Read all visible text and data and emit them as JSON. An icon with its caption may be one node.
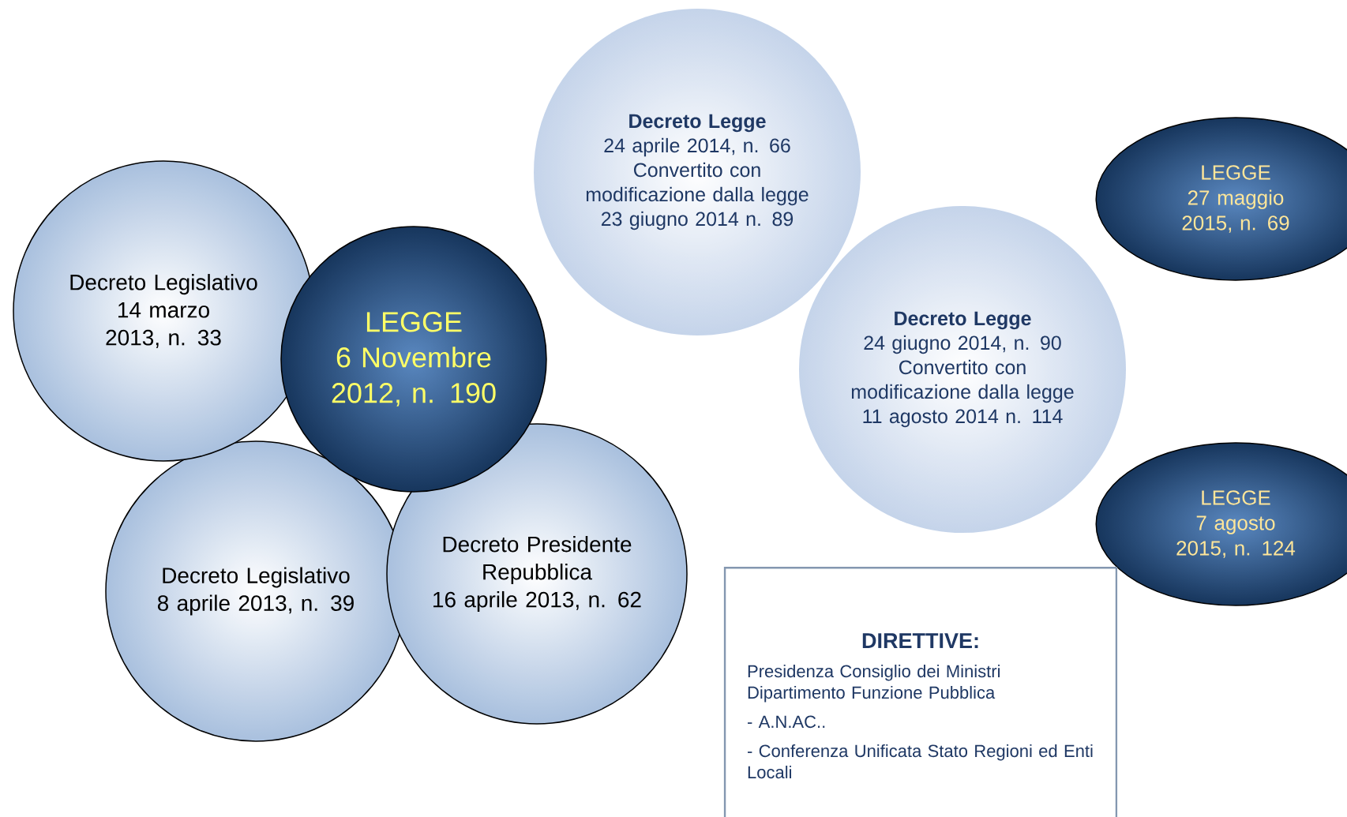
{
  "diagram": {
    "nodes": [
      {
        "text": [
          "Decreto Legislativo",
          "14 marzo 2013, n. 33"
        ]
      },
      {
        "text": [
          "LEGGE",
          "6 Novembre 2012, n. 190"
        ]
      },
      {
        "text": [
          "Decreto Legislativo",
          "8 aprile 2013, n. 39"
        ]
      },
      {
        "text": [
          "Decreto Presidente Repubblica",
          "16 aprile 2013, n. 62"
        ]
      },
      {
        "text": [
          "Decreto Legge",
          "24 aprile 2014, n. 66",
          "Convertito con modificazione dalla legge 23 giugno 2014 n. 89"
        ]
      },
      {
        "text": [
          "Decreto Legge",
          "24 giugno 2014, n. 90",
          "Convertito con modificazione dalla legge 11 agosto 2014 n. 114"
        ]
      },
      {
        "text": [
          "LEGGE",
          "27 maggio 2015, n. 69"
        ]
      },
      {
        "text": [
          "LEGGE",
          "7 agosto 2015, n. 124"
        ]
      },
      {
        "text": [
          "DIRETTIVE:",
          "Presidenza Consiglio dei Ministri Dipartimento Funzione Pubblica",
          "- A.N.AC..",
          "- Conferenza Unificata Stato Regioni ed Enti Locali"
        ]
      }
    ]
  }
}
